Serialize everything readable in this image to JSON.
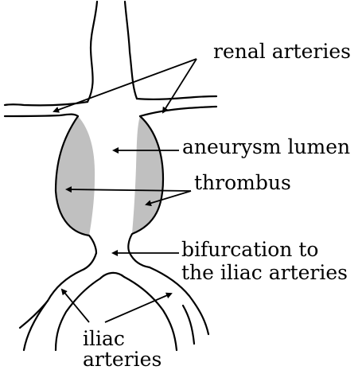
{
  "labels": {
    "renal_arteries": "renal arteries",
    "aneurysm_lumen": "aneurysm lumen",
    "thrombus": "thrombus",
    "bifurcation_line1": "bifurcation to",
    "bifurcation_line2": "the iliac arteries",
    "iliac_line1": "iliac",
    "iliac_line2": "arteries"
  },
  "colors": {
    "outline": "#000000",
    "thrombus_fill": "#c0c0c0",
    "background": "#ffffff"
  }
}
